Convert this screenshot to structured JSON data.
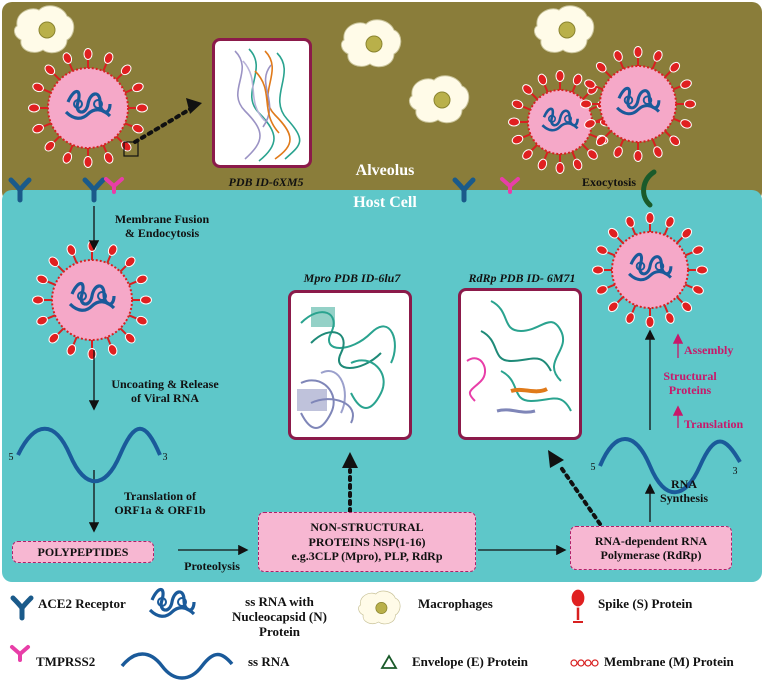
{
  "regions": {
    "alveolus": "Alveolus",
    "host_cell": "Host Cell"
  },
  "structures": {
    "spike_pdb": "PDB ID-6XM5",
    "mpro_pdb": "Mpro PDB ID-6lu7",
    "rdrp_pdb": "RdRp PDB ID- 6M71"
  },
  "steps": {
    "fusion": [
      "Membrane Fusion",
      "& Endocytosis"
    ],
    "uncoating": [
      "Uncoating & Release",
      "of Viral RNA"
    ],
    "translation_orf": [
      "Translation of",
      "ORF1a & ORF1b"
    ],
    "proteolysis": "Proteolysis",
    "rna_synthesis": [
      "RNA",
      "Synthesis"
    ],
    "translation": "Translation",
    "structural_proteins": [
      "Structural",
      "Proteins"
    ],
    "assembly": "Assembly",
    "exocytosis": "Exocytosis",
    "rna_end_5": "5",
    "rna_end_3": "3"
  },
  "boxes": {
    "polypeptides": "POLYPEPTIDES",
    "nsp": [
      "NON-STRUCTURAL",
      "PROTEINS NSP(1-16)",
      "e.g.3CLP (Mpro), PLP, RdRp"
    ],
    "rdrp": [
      "RNA-dependent RNA",
      "Polymerase (RdRp)"
    ]
  },
  "legend": {
    "ace2": "ACE2 Receptor",
    "ssrna_n": [
      "ss RNA with",
      "Nucleocapsid (N)",
      "Protein"
    ],
    "macrophages": "Macrophages",
    "spike": "Spike (S) Protein",
    "tmprss2": "TMPRSS2",
    "ssrna": "ss RNA",
    "envelope": "Envelope (E) Protein",
    "membrane": "Membrane (M) Protein"
  },
  "colors": {
    "alveolus_bg": "#8a7d3a",
    "host_cell_bg": "#5ec7c9",
    "virus_body": "#f5a8c8",
    "spike": "#e02020",
    "rna": "#1a5a9a",
    "receptor": "#1a5a8a",
    "tmprss2": "#e83ea8",
    "box_fill": "#f7b7d2",
    "frame": "#8b1a4a",
    "accent_text": "#c8186a"
  }
}
